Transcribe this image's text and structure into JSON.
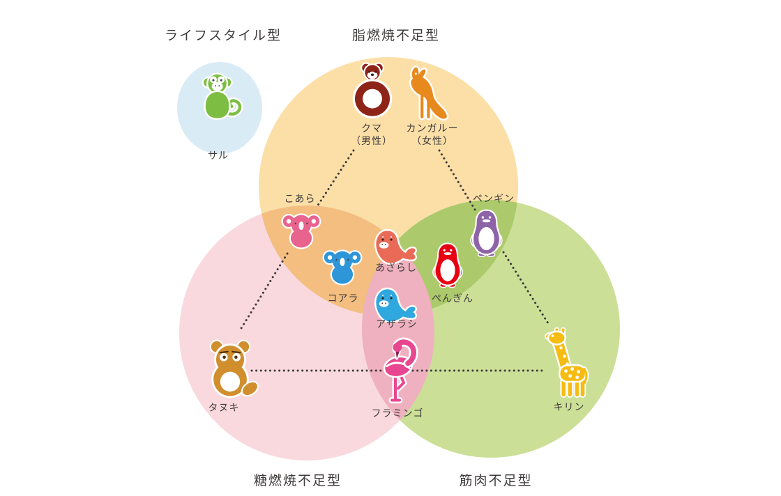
{
  "diagram": {
    "titles": {
      "lifestyle": "ライフスタイル型",
      "fat": "脂燃焼不足型",
      "sugar": "糖燃焼不足型",
      "muscle": "筋肉不足型"
    },
    "colors": {
      "background": "#FFFFFF",
      "lifestyle_circle": "#D9EBF5",
      "fat_circle": "#FBDFA7",
      "sugar_circle": "#F9D9DE",
      "muscle_circle": "#CBDF97",
      "fat_sugar_overlap": "#F3BE80",
      "fat_muscle_overlap": "#ACCA6C",
      "sugar_muscle_overlap": "#EFB1BF",
      "label_text": "#3E3A39",
      "connector_dots": "#3E3A39"
    },
    "connections": [
      {
        "from": "bear",
        "to": "koala_pink"
      },
      {
        "from": "kangaroo",
        "to": "penguin_purple"
      },
      {
        "from": "koala_pink",
        "to": "tanuki"
      },
      {
        "from": "penguin_purple",
        "to": "giraffe"
      },
      {
        "from": "tanuki",
        "to": "flamingo"
      },
      {
        "from": "flamingo",
        "to": "giraffe"
      }
    ]
  },
  "animals": {
    "monkey": {
      "label": "サル",
      "color": "#7DBE42"
    },
    "bear": {
      "label": "クマ",
      "sublabel": "（男性）",
      "color": "#8E2418"
    },
    "kangaroo": {
      "label": "カンガルー",
      "sublabel": "（女性）",
      "color": "#E8891D"
    },
    "koala_pink": {
      "label": "こあら",
      "color": "#E9638F"
    },
    "koala_blue": {
      "label": "コアラ",
      "color": "#2D96D8"
    },
    "seal_coral": {
      "label": "あざらし",
      "color": "#E96B57"
    },
    "seal_blue": {
      "label": "アザラシ",
      "color": "#2FA8E0"
    },
    "penguin_red": {
      "label": "ぺんぎん",
      "color": "#E60012"
    },
    "penguin_purple": {
      "label": "ペンギン",
      "color": "#8F63A8"
    },
    "tanuki": {
      "label": "タヌキ",
      "color": "#D18E2D"
    },
    "flamingo": {
      "label": "フラミンゴ",
      "color": "#E8468F"
    },
    "giraffe": {
      "label": "キリン",
      "color": "#F7BC12"
    }
  }
}
